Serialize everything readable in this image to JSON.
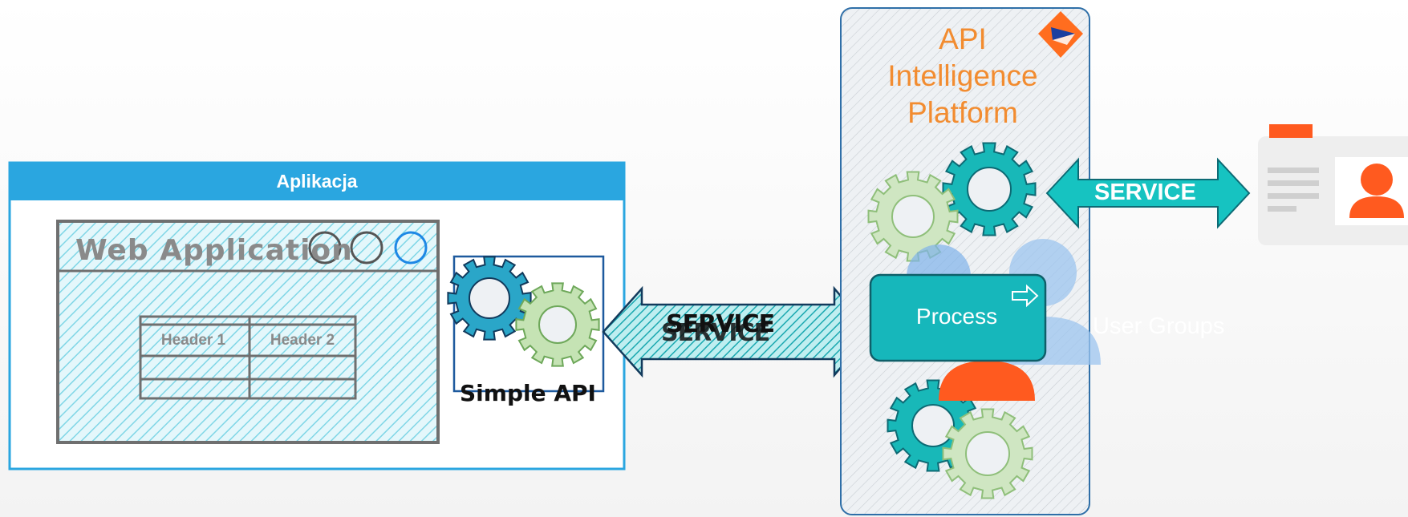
{
  "application": {
    "frame_title": "Aplikacja",
    "web_app_title": "Web Application",
    "table_headers": [
      "Header 1",
      "Header 2"
    ]
  },
  "simple_api_label": "Simple API",
  "service_left_label": "SERVICE",
  "platform": {
    "title_lines": [
      "API",
      "Intelligence",
      "Platform"
    ],
    "process_label": "Process",
    "user_groups_label": "User Groups"
  },
  "service_right_label": "SERVICE",
  "colors": {
    "app_blue": "#2aa6e0",
    "teal": "#18b8b8",
    "platform_orange": "#f28c30",
    "user_orange": "#ff5a1f",
    "gear_green": "#9fc98a"
  }
}
